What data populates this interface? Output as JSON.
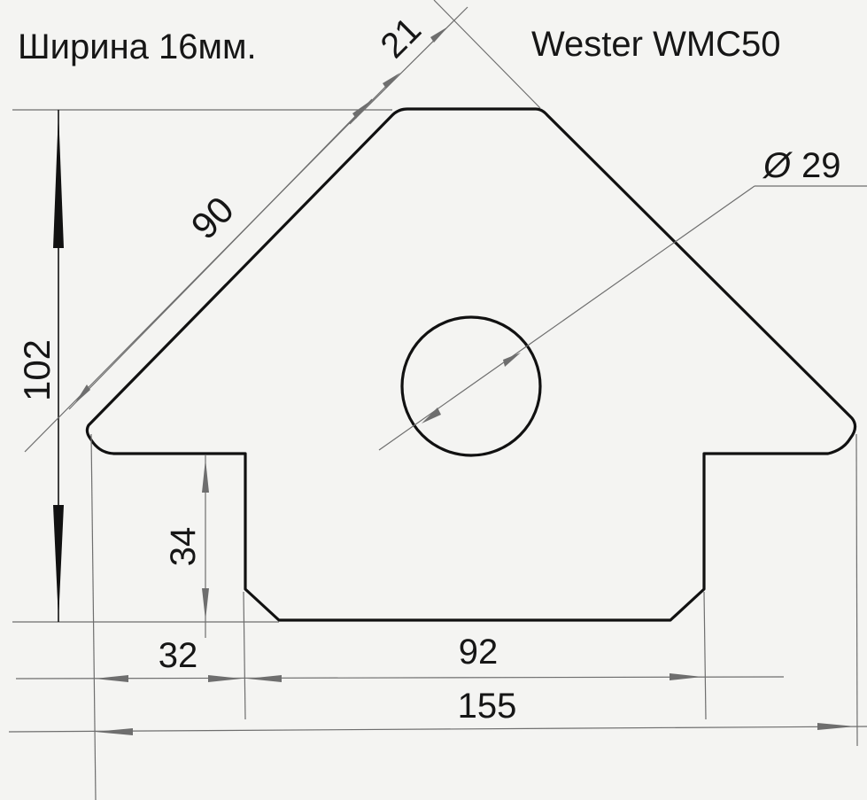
{
  "header": {
    "width_note": "Ширина 16мм.",
    "model": "Wester WMC50"
  },
  "dimensions": {
    "height": "102",
    "slant_length": "90",
    "chamfer": "21",
    "hole_diameter_symbol": "Ø",
    "hole_diameter": "29",
    "notch_height": "34",
    "notch_width": "32",
    "base_width": "92",
    "total_width": "155"
  },
  "colors": {
    "paper": "#f4f4f2",
    "ink": "#111111",
    "pencil": "#6e6e6e"
  }
}
